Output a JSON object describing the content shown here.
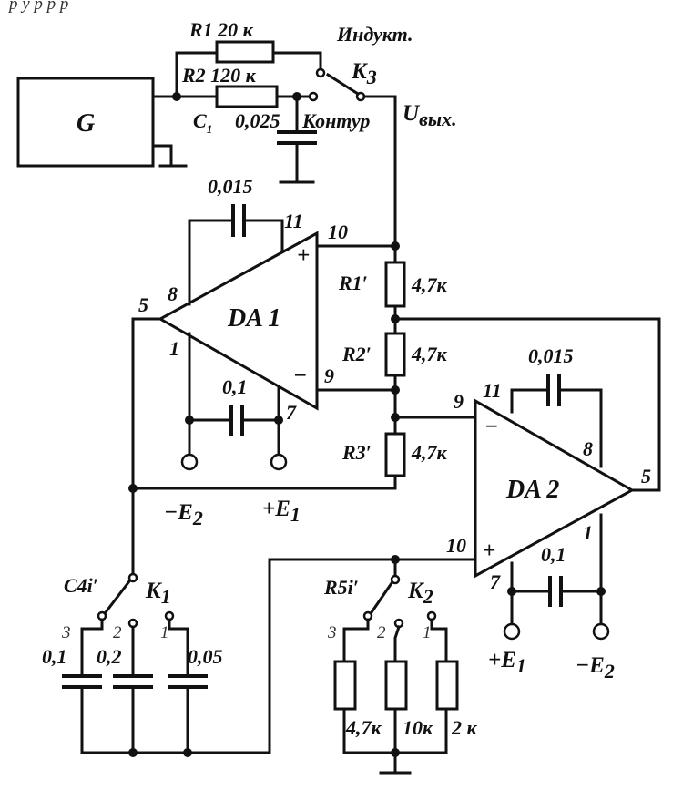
{
  "top_caption": "р                                         у                  р       р     р   ",
  "generator": {
    "label": "G"
  },
  "top_network": {
    "r1": "R1 20 к",
    "r2": "R2 120 к",
    "c1": "C",
    "c1_sub": "1",
    "c1_value": "0,025",
    "pos_induct": "Индукт.",
    "pos_contour": "Контур",
    "switch": "K",
    "switch_sub": "3",
    "output": "U",
    "output_sub": "вых."
  },
  "da1": {
    "label": "DA 1",
    "pins": {
      "p10": "10",
      "p11": "11",
      "p8": "8",
      "p5": "5",
      "p1": "1",
      "p9": "9",
      "p7": "7"
    },
    "plus": "+",
    "minus": "−",
    "cap_top": "0,015",
    "cap_bottom": "0,1",
    "supply_neg": "−E",
    "supply_neg_sub": "2",
    "supply_pos": "+E",
    "supply_pos_sub": "1"
  },
  "divider": {
    "r1_label": "R1′",
    "r1_value": "4,7к",
    "r2_label": "R2′",
    "r2_value": "4,7к",
    "r3_label": "R3′",
    "r3_value": "4,7к"
  },
  "da2": {
    "label": "DA 2",
    "pins": {
      "p9": "9",
      "p11": "11",
      "p8": "8",
      "p5": "5",
      "p10": "10",
      "p7": "7",
      "p1": "1"
    },
    "plus": "+",
    "minus": "−",
    "cap_top": "0,015",
    "cap_bottom": "0,1",
    "supply_pos": "+E",
    "supply_pos_sub": "1",
    "supply_neg": "−E",
    "supply_neg_sub": "2"
  },
  "k1": {
    "label": "C4i′",
    "switch": "K",
    "switch_sub": "1",
    "positions": [
      "3",
      "2",
      "1"
    ],
    "caps": [
      "0,1",
      "0,2",
      "0,05"
    ]
  },
  "k2": {
    "label": "R5i′",
    "switch": "K",
    "switch_sub": "2",
    "positions": [
      "3",
      "2",
      "1"
    ],
    "resistors": [
      "4,7к",
      "10к",
      "2 к"
    ]
  }
}
